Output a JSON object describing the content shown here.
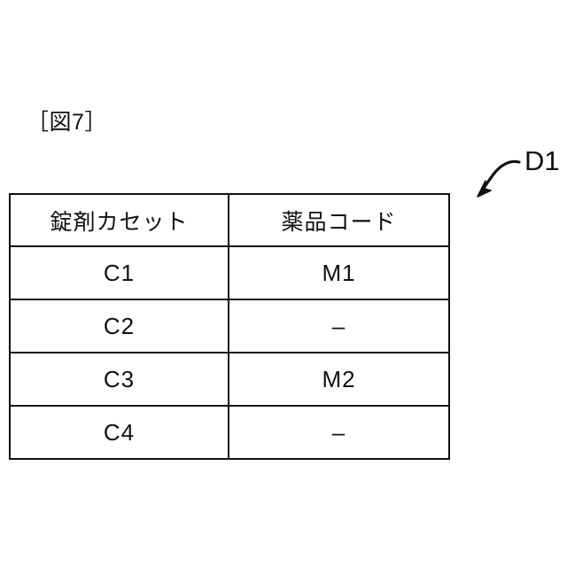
{
  "figure": {
    "label": "［図7］"
  },
  "callout": {
    "label": "D1",
    "arrow_icon": "curved-arrow-down-left-icon"
  },
  "table": {
    "headers": [
      "錠剤カセット",
      "薬品コード"
    ],
    "rows": [
      {
        "cassette": "C1",
        "code": "M1"
      },
      {
        "cassette": "C2",
        "code": "–"
      },
      {
        "cassette": "C3",
        "code": "M2"
      },
      {
        "cassette": "C4",
        "code": "–"
      }
    ]
  },
  "colors": {
    "ink": "#111111",
    "background": "#ffffff"
  }
}
